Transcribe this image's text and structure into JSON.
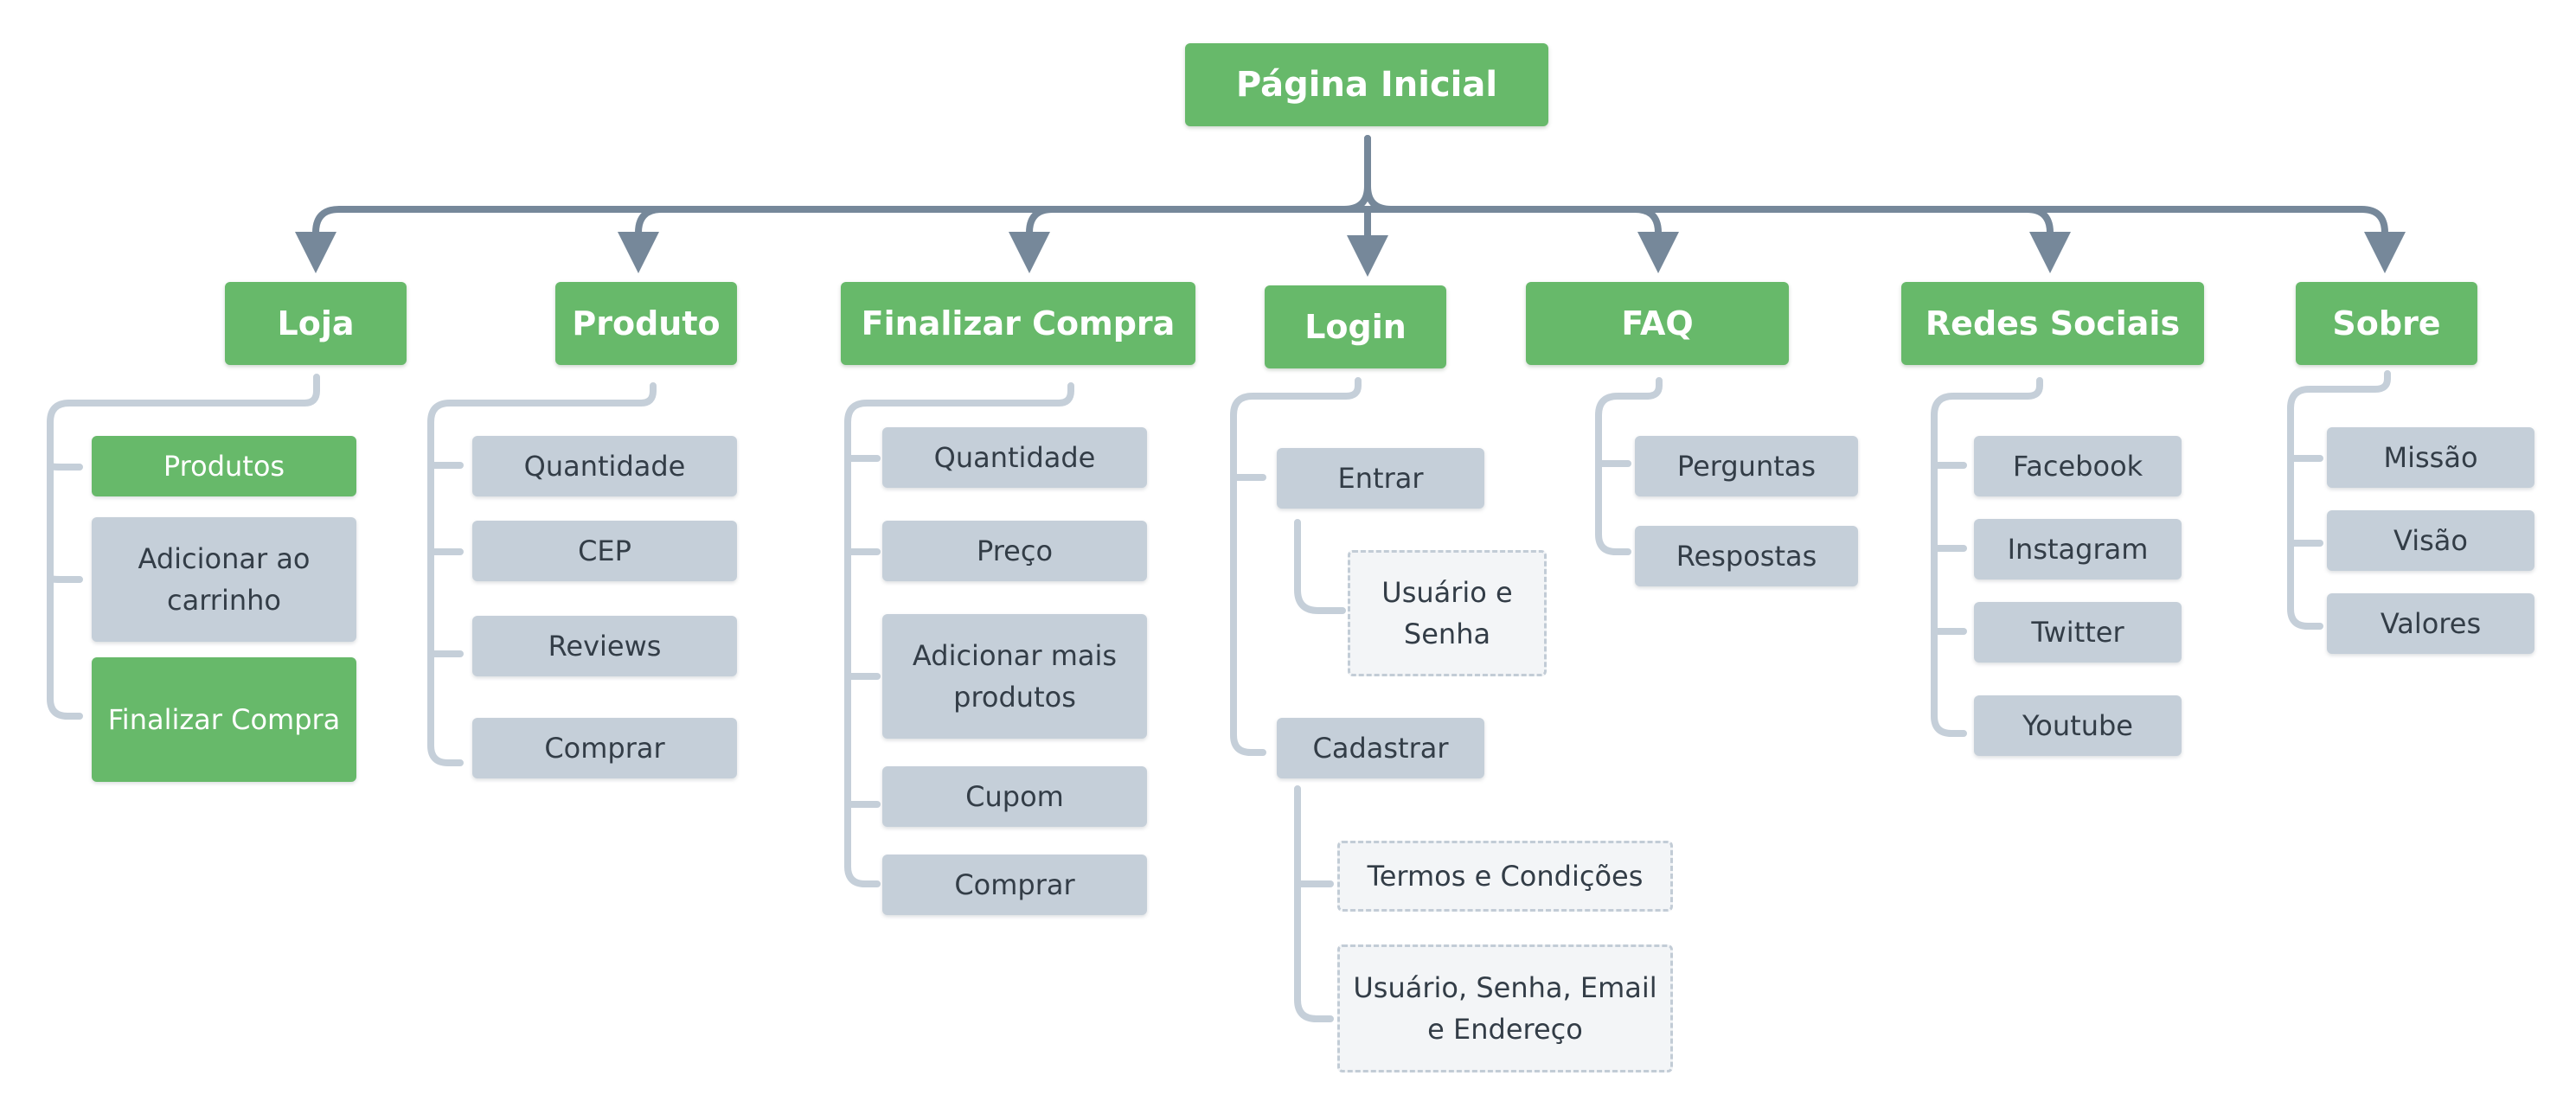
{
  "root": {
    "label": "Página Inicial"
  },
  "sections": {
    "loja": {
      "label": "Loja",
      "items": [
        {
          "label": "Produtos",
          "highlight": true
        },
        {
          "label": "Adicionar ao carrinho",
          "highlight": false
        },
        {
          "label": "Finalizar Compra",
          "highlight": true
        }
      ]
    },
    "produto": {
      "label": "Produto",
      "items": [
        {
          "label": "Quantidade"
        },
        {
          "label": "CEP"
        },
        {
          "label": "Reviews"
        },
        {
          "label": "Comprar"
        }
      ]
    },
    "finalizar": {
      "label": "Finalizar Compra",
      "items": [
        {
          "label": "Quantidade"
        },
        {
          "label": "Preço"
        },
        {
          "label": "Adicionar mais produtos"
        },
        {
          "label": "Cupom"
        },
        {
          "label": "Comprar"
        }
      ]
    },
    "login": {
      "label": "Login",
      "items": [
        {
          "label": "Entrar",
          "children": [
            {
              "label": "Usuário e Senha",
              "optional": true
            }
          ]
        },
        {
          "label": "Cadastrar",
          "children": [
            {
              "label": "Termos e Condições",
              "optional": true
            },
            {
              "label": "Usuário, Senha, Email e Endereço",
              "optional": true
            }
          ]
        }
      ]
    },
    "faq": {
      "label": "FAQ",
      "items": [
        {
          "label": "Perguntas"
        },
        {
          "label": "Respostas"
        }
      ]
    },
    "redes": {
      "label": "Redes Sociais",
      "items": [
        {
          "label": "Facebook"
        },
        {
          "label": "Instagram"
        },
        {
          "label": "Twitter"
        },
        {
          "label": "Youtube"
        }
      ]
    },
    "sobre": {
      "label": "Sobre",
      "items": [
        {
          "label": "Missão"
        },
        {
          "label": "Visão"
        },
        {
          "label": "Valores"
        }
      ]
    }
  },
  "colors": {
    "main_node": "#67b96a",
    "sub_node": "#c5cfd9",
    "optional_node": "#f3f5f7",
    "arrow": "#76889a",
    "bracket": "#c5cfd9"
  }
}
